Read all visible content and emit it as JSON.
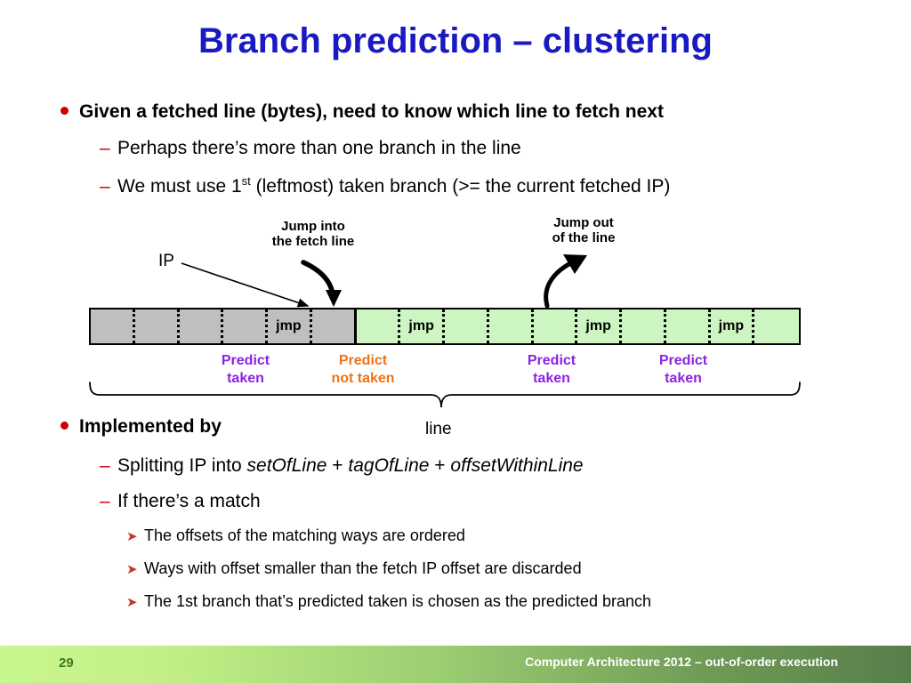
{
  "slide": {
    "title": "Branch prediction – clustering",
    "title_color": "#1a1ac4"
  },
  "bullets": {
    "b1_text": "Given a fetched line (bytes), need to know which line to fetch next",
    "b2_1": "Perhaps there’s more than one branch in the line",
    "b2_2_pre": "We must use 1",
    "b2_2_sup": "st",
    "b2_2_post": " (leftmost) taken branch (>= the current fetched IP)",
    "b1_2_text": "Implemented by",
    "b2_3_pre": "Splitting IP into ",
    "b2_3_i1": "setOfLine",
    "b2_3_mid1": " + ",
    "b2_3_i2": "tagOfLine",
    "b2_3_mid2": " + ",
    "b2_3_i3": "offsetWithinLine",
    "b2_4": "If there’s a match",
    "b3_1": "The offsets of the matching ways are ordered",
    "b3_2": "Ways with offset smaller than the fetch IP offset are discarded",
    "b3_3": "The 1st branch that’s predicted taken is chosen as the predicted branch",
    "bullet_dot_color": "#cc0000",
    "dash_marker": "–",
    "arrow_marker": "➤"
  },
  "diagram": {
    "ip_label": "IP",
    "jump_in_line1": "Jump into",
    "jump_in_line2": "the fetch line",
    "jump_out_line1": "Jump out",
    "jump_out_line2": "of the line",
    "line_label": "line",
    "jmp_text": "jmp",
    "gray_color": "#bfbfbf",
    "green_color": "#ccf5c2",
    "cells": [
      {
        "fill": "gray",
        "label": ""
      },
      {
        "fill": "gray",
        "label": ""
      },
      {
        "fill": "gray",
        "label": ""
      },
      {
        "fill": "gray",
        "label": ""
      },
      {
        "fill": "gray",
        "label": "jmp"
      },
      {
        "fill": "gray",
        "label": ""
      },
      {
        "fill": "green",
        "label": ""
      },
      {
        "fill": "green",
        "label": "jmp"
      },
      {
        "fill": "green",
        "label": ""
      },
      {
        "fill": "green",
        "label": ""
      },
      {
        "fill": "green",
        "label": ""
      },
      {
        "fill": "green",
        "label": "jmp"
      },
      {
        "fill": "green",
        "label": ""
      },
      {
        "fill": "green",
        "label": ""
      },
      {
        "fill": "green",
        "label": "jmp"
      },
      {
        "fill": "green",
        "label": ""
      }
    ],
    "predictions": [
      {
        "l1": "Predict",
        "l2": "taken",
        "kind": "taken"
      },
      {
        "l1": "Predict",
        "l2": "not taken",
        "kind": "nottaken"
      },
      {
        "l1": "Predict",
        "l2": "taken",
        "kind": "taken"
      },
      {
        "l1": "Predict",
        "l2": "taken",
        "kind": "taken"
      }
    ],
    "taken_color": "#8b23e0",
    "not_taken_color": "#ef7316"
  },
  "footer": {
    "page_number": "29",
    "course_text": "Computer Architecture 2012 – out-of-order execution"
  }
}
